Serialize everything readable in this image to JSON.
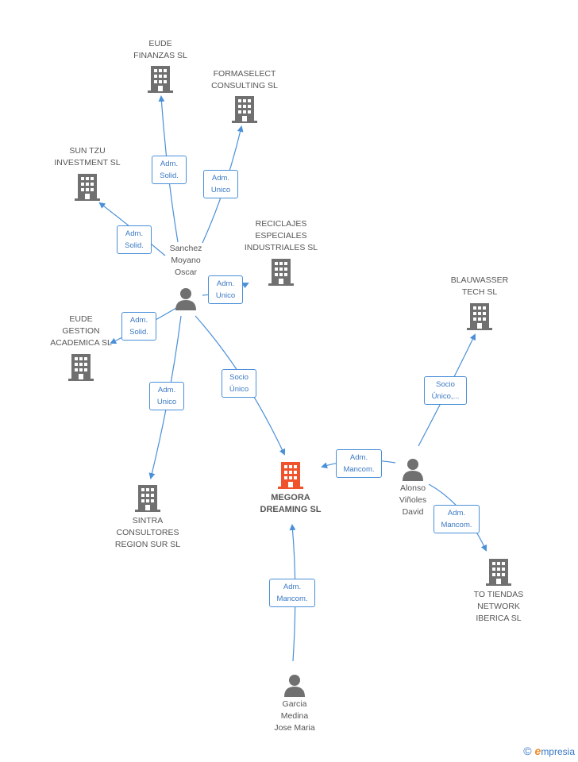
{
  "colors": {
    "edge": "#4a90d9",
    "building": "#707070",
    "building_main": "#f0522b",
    "person": "#707070",
    "label": "#555555"
  },
  "nodes": {
    "eude_finanzas": {
      "label": "EUDE\nFINANZAS  SL",
      "type": "company",
      "icon": "building-icon"
    },
    "formaselect": {
      "label": "FORMASELECT\nCONSULTING SL",
      "type": "company",
      "icon": "building-icon"
    },
    "sun_tzu": {
      "label": "SUN TZU\nINVESTMENT SL",
      "type": "company",
      "icon": "building-icon"
    },
    "reciclajes": {
      "label": "RECICLAJES\nESPECIALES\nINDUSTRIALES SL",
      "type": "company",
      "icon": "building-icon"
    },
    "blauwasser": {
      "label": "BLAUWASSER\nTECH SL",
      "type": "company",
      "icon": "building-icon"
    },
    "eude_gestion": {
      "label": "EUDE\nGESTION\nACADEMICA  SL",
      "type": "company",
      "icon": "building-icon"
    },
    "megora": {
      "label": "MEGORA\nDREAMING SL",
      "type": "company-main",
      "icon": "building-icon"
    },
    "sintra": {
      "label": "SINTRA\nCONSULTORES\nREGION SUR SL",
      "type": "company",
      "icon": "building-icon"
    },
    "to_tiendas": {
      "label": "TO TIENDAS\nNETWORK\nIBERICA SL",
      "type": "company",
      "icon": "building-icon"
    },
    "sanchez": {
      "label": "Sanchez\nMoyano\nOscar",
      "type": "person",
      "icon": "person-icon"
    },
    "alonso": {
      "label": "Alonso\nViñoles\nDavid",
      "type": "person",
      "icon": "person-icon"
    },
    "garcia": {
      "label": "Garcia\nMedina\nJose Maria",
      "type": "person",
      "icon": "person-icon"
    }
  },
  "edges": {
    "e1": {
      "label": "Adm.\nSolid.",
      "from": "sanchez",
      "to": "eude_finanzas"
    },
    "e2": {
      "label": "Adm.\nUnico",
      "from": "sanchez",
      "to": "formaselect"
    },
    "e3": {
      "label": "Adm.\nSolid.",
      "from": "sanchez",
      "to": "sun_tzu"
    },
    "e4": {
      "label": "Adm.\nUnico",
      "from": "sanchez",
      "to": "reciclajes"
    },
    "e5": {
      "label": "Adm.\nSolid.",
      "from": "sanchez",
      "to": "eude_gestion"
    },
    "e6": {
      "label": "Adm.\nUnico",
      "from": "sanchez",
      "to": "sintra"
    },
    "e7": {
      "label": "Socio\nÚnico",
      "from": "sanchez",
      "to": "megora"
    },
    "e8": {
      "label": "Adm.\nMancom.",
      "from": "alonso",
      "to": "megora"
    },
    "e9": {
      "label": "Socio\nÚnico,...",
      "from": "alonso",
      "to": "blauwasser"
    },
    "e10": {
      "label": "Adm.\nMancom.",
      "from": "alonso",
      "to": "to_tiendas"
    },
    "e11": {
      "label": "Adm.\nMancom.",
      "from": "garcia",
      "to": "megora"
    }
  },
  "brand": {
    "copyright": "©",
    "name": "mpresia",
    "initial": "e"
  }
}
